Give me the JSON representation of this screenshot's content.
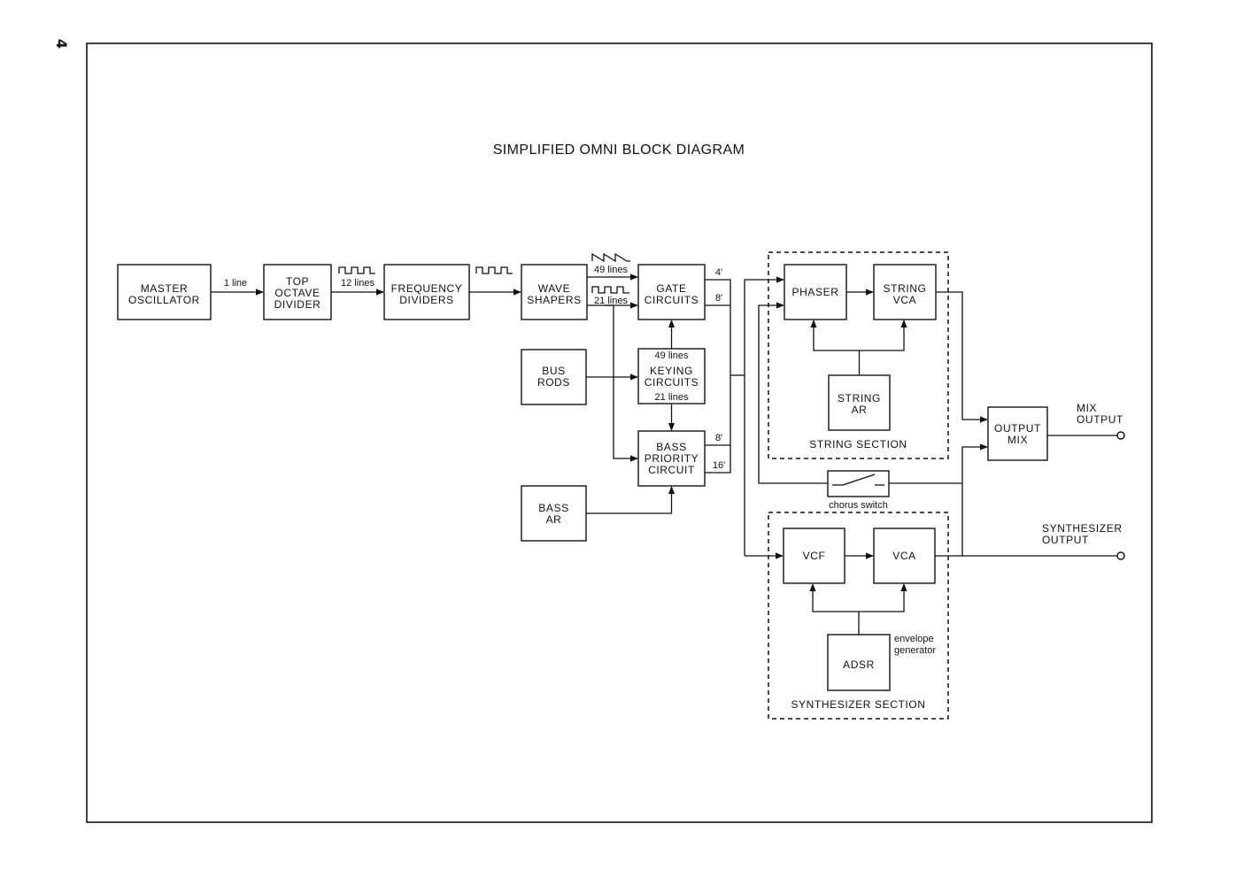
{
  "page": {
    "number": "4",
    "title": "SIMPLIFIED OMNI BLOCK DIAGRAM"
  },
  "blocks": {
    "master_oscillator": [
      "MASTER",
      "OSCILLATOR"
    ],
    "top_octave_divider": [
      "TOP",
      "OCTAVE",
      "DIVIDER"
    ],
    "frequency_dividers": [
      "FREQUENCY",
      "DIVIDERS"
    ],
    "wave_shapers": [
      "WAVE",
      "SHAPERS"
    ],
    "gate_circuits": [
      "GATE",
      "CIRCUITS"
    ],
    "keying_circuits": [
      "KEYING",
      "CIRCUITS"
    ],
    "bus_rods": [
      "BUS",
      "RODS"
    ],
    "bass_priority_circuit": [
      "BASS",
      "PRIORITY",
      "CIRCUIT"
    ],
    "bass_ar": [
      "BASS",
      "AR"
    ],
    "phaser": [
      "PHASER"
    ],
    "string_vca": [
      "STRING",
      "VCA"
    ],
    "string_ar": [
      "STRING",
      "AR"
    ],
    "output_mix": [
      "OUTPUT",
      "MIX"
    ],
    "vcf": [
      "VCF"
    ],
    "vca": [
      "VCA"
    ],
    "adsr": [
      "ADSR"
    ]
  },
  "sections": {
    "string": "STRING SECTION",
    "synthesizer": "SYNTHESIZER SECTION"
  },
  "labels": {
    "one_line": "1 line",
    "twelve_lines": "12 lines",
    "forty_nine_lines": "49 lines",
    "twenty_one_lines": "21 lines",
    "keying_49": "49 lines",
    "keying_21": "21 lines",
    "gate_4ft": "4′",
    "gate_8ft": "8′",
    "bass_8ft": "8′",
    "bass_16ft": "16′",
    "chorus_switch": "chorus switch",
    "envelope_generator": [
      "envelope",
      "generator"
    ],
    "mix_output": [
      "MIX",
      "OUTPUT"
    ],
    "synthesizer_output": [
      "SYNTHESIZER",
      "OUTPUT"
    ]
  },
  "icons": [
    "square-wave-icon",
    "sawtooth-wave-icon",
    "switch-icon",
    "output-terminal-icon"
  ]
}
